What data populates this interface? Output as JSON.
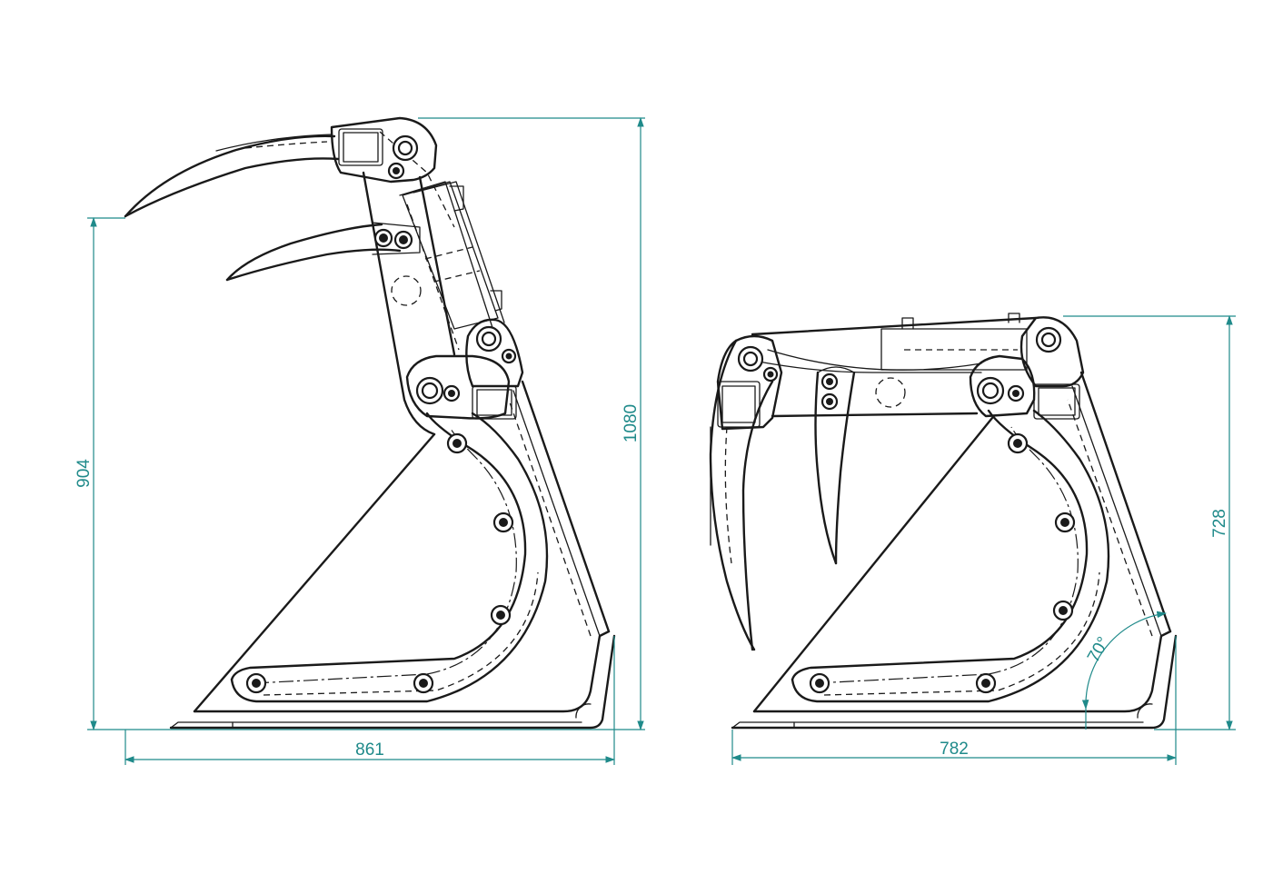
{
  "dimensions": {
    "left_depth": "861",
    "left_height_tine": "904",
    "left_height_total": "1080",
    "right_depth": "782",
    "right_height": "728",
    "right_angle": "70°"
  },
  "colors": {
    "dimension": "#1f8a8a",
    "ink": "#1a1a1a",
    "background": "#ffffff"
  }
}
